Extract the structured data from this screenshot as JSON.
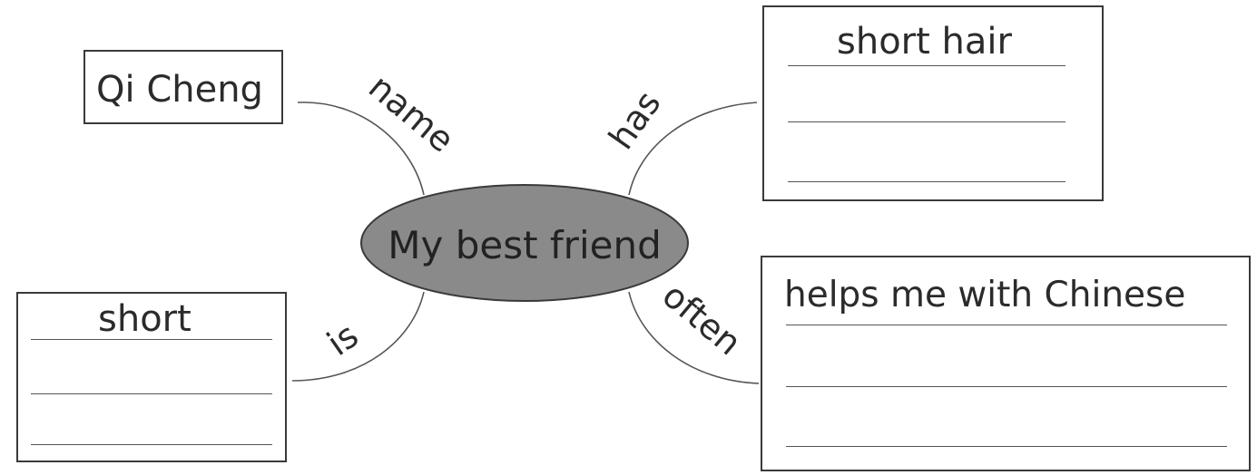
{
  "center": {
    "label": "My best friend"
  },
  "branches": {
    "name": {
      "label": "name",
      "answer": "Qi Cheng"
    },
    "has": {
      "label": "has",
      "answer": "short hair"
    },
    "is": {
      "label": "is",
      "answer": "short"
    },
    "often": {
      "label": "often",
      "answer": "helps me with Chinese"
    }
  },
  "colors": {
    "ellipse_fill": "#8a8a8a",
    "ink": "#2b2b2b",
    "line": "#555555"
  }
}
